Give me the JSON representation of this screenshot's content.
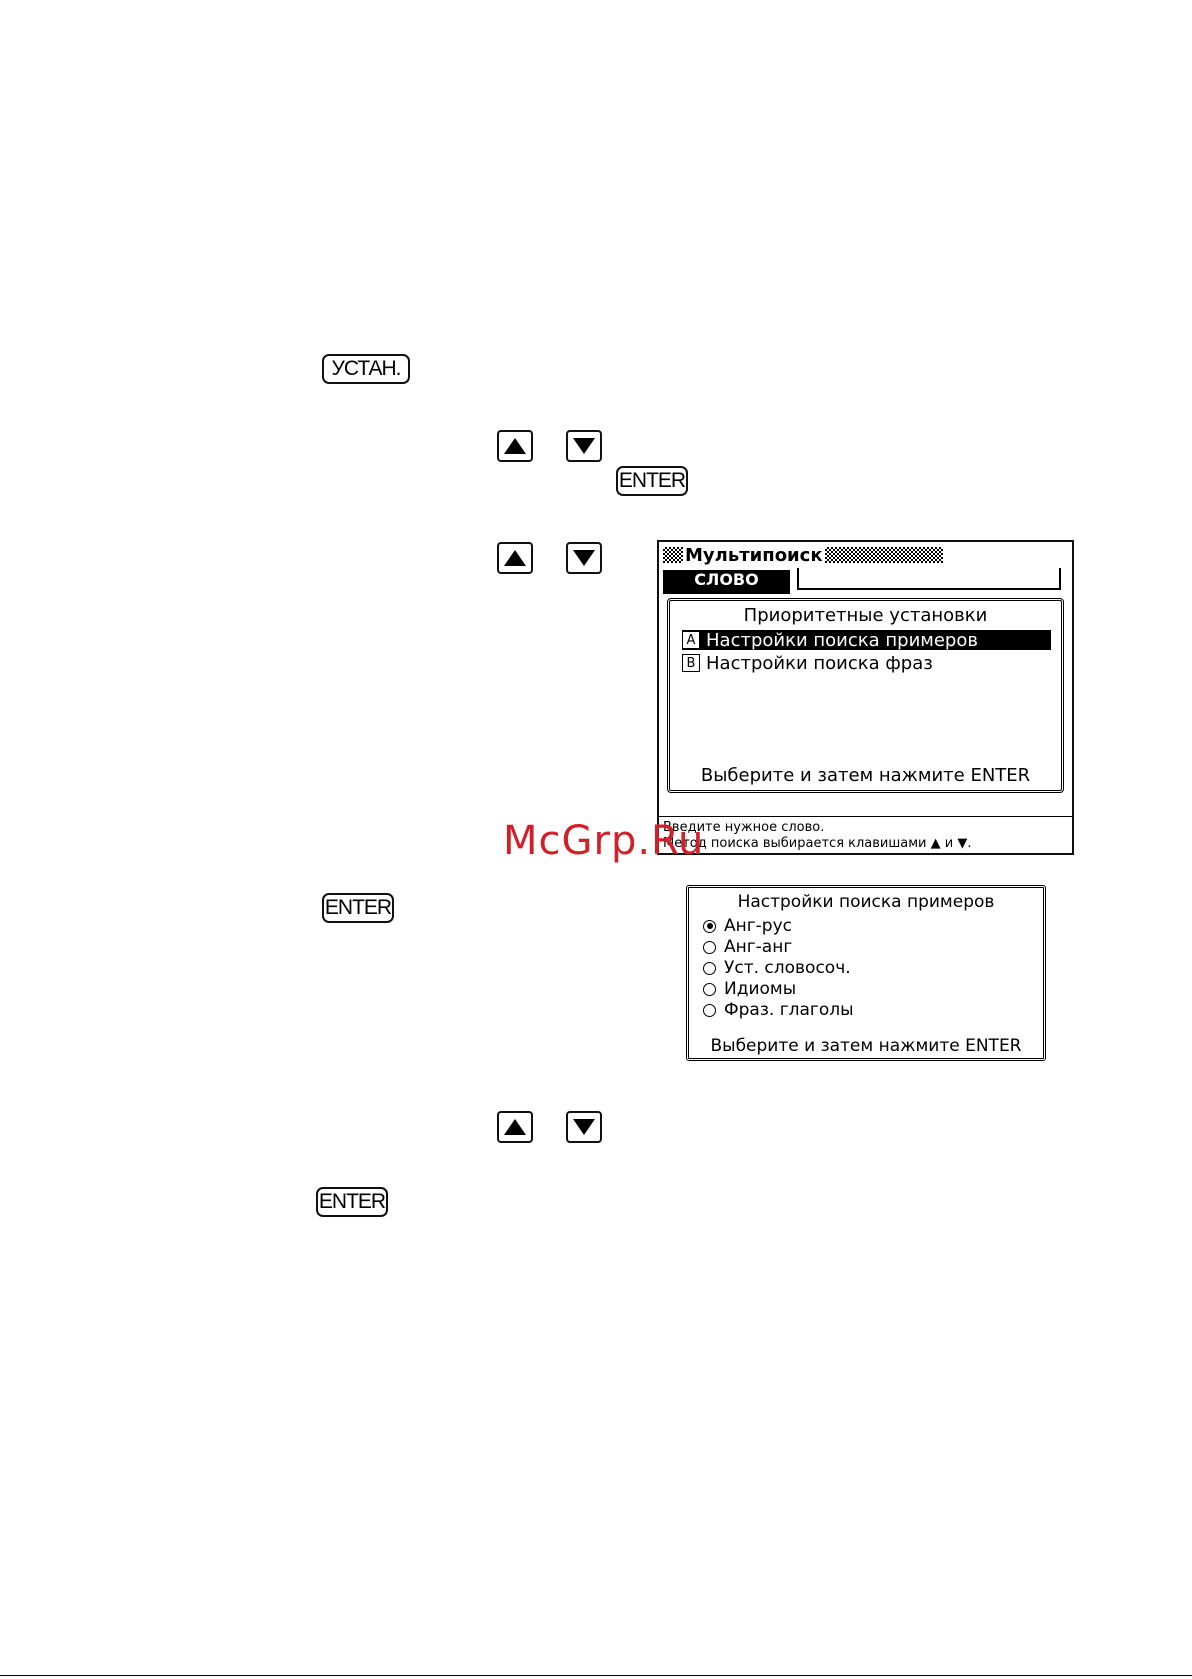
{
  "keys": {
    "setup": "УСТАН.",
    "enter": "ENTER"
  },
  "icons": {
    "up": "up-arrow-icon",
    "down": "down-arrow-icon"
  },
  "screen1": {
    "title": "Мультипоиск",
    "field_label": "СЛОВО",
    "dialog_title": "Приоритетные установки",
    "options": [
      {
        "letter": "A",
        "label": "Настройки поиска примеров",
        "selected": true
      },
      {
        "letter": "B",
        "label": "Настройки поиска фраз",
        "selected": false
      }
    ],
    "footer": "Выберите и затем нажмите ENTER",
    "status_line1": "Введите нужное слово.",
    "status_line2": "Метод поиска выбирается клавишами ▲ и ▼."
  },
  "screen2": {
    "title": "Настройки поиска примеров",
    "options": [
      {
        "label": "Анг-рус",
        "checked": true
      },
      {
        "label": "Анг-анг",
        "checked": false
      },
      {
        "label": "Уст. словосоч.",
        "checked": false
      },
      {
        "label": "Идиомы",
        "checked": false
      },
      {
        "label": "Фраз. глаголы",
        "checked": false
      }
    ],
    "footer": "Выберите и затем нажмите ENTER"
  },
  "watermark": "McGrp.Ru"
}
